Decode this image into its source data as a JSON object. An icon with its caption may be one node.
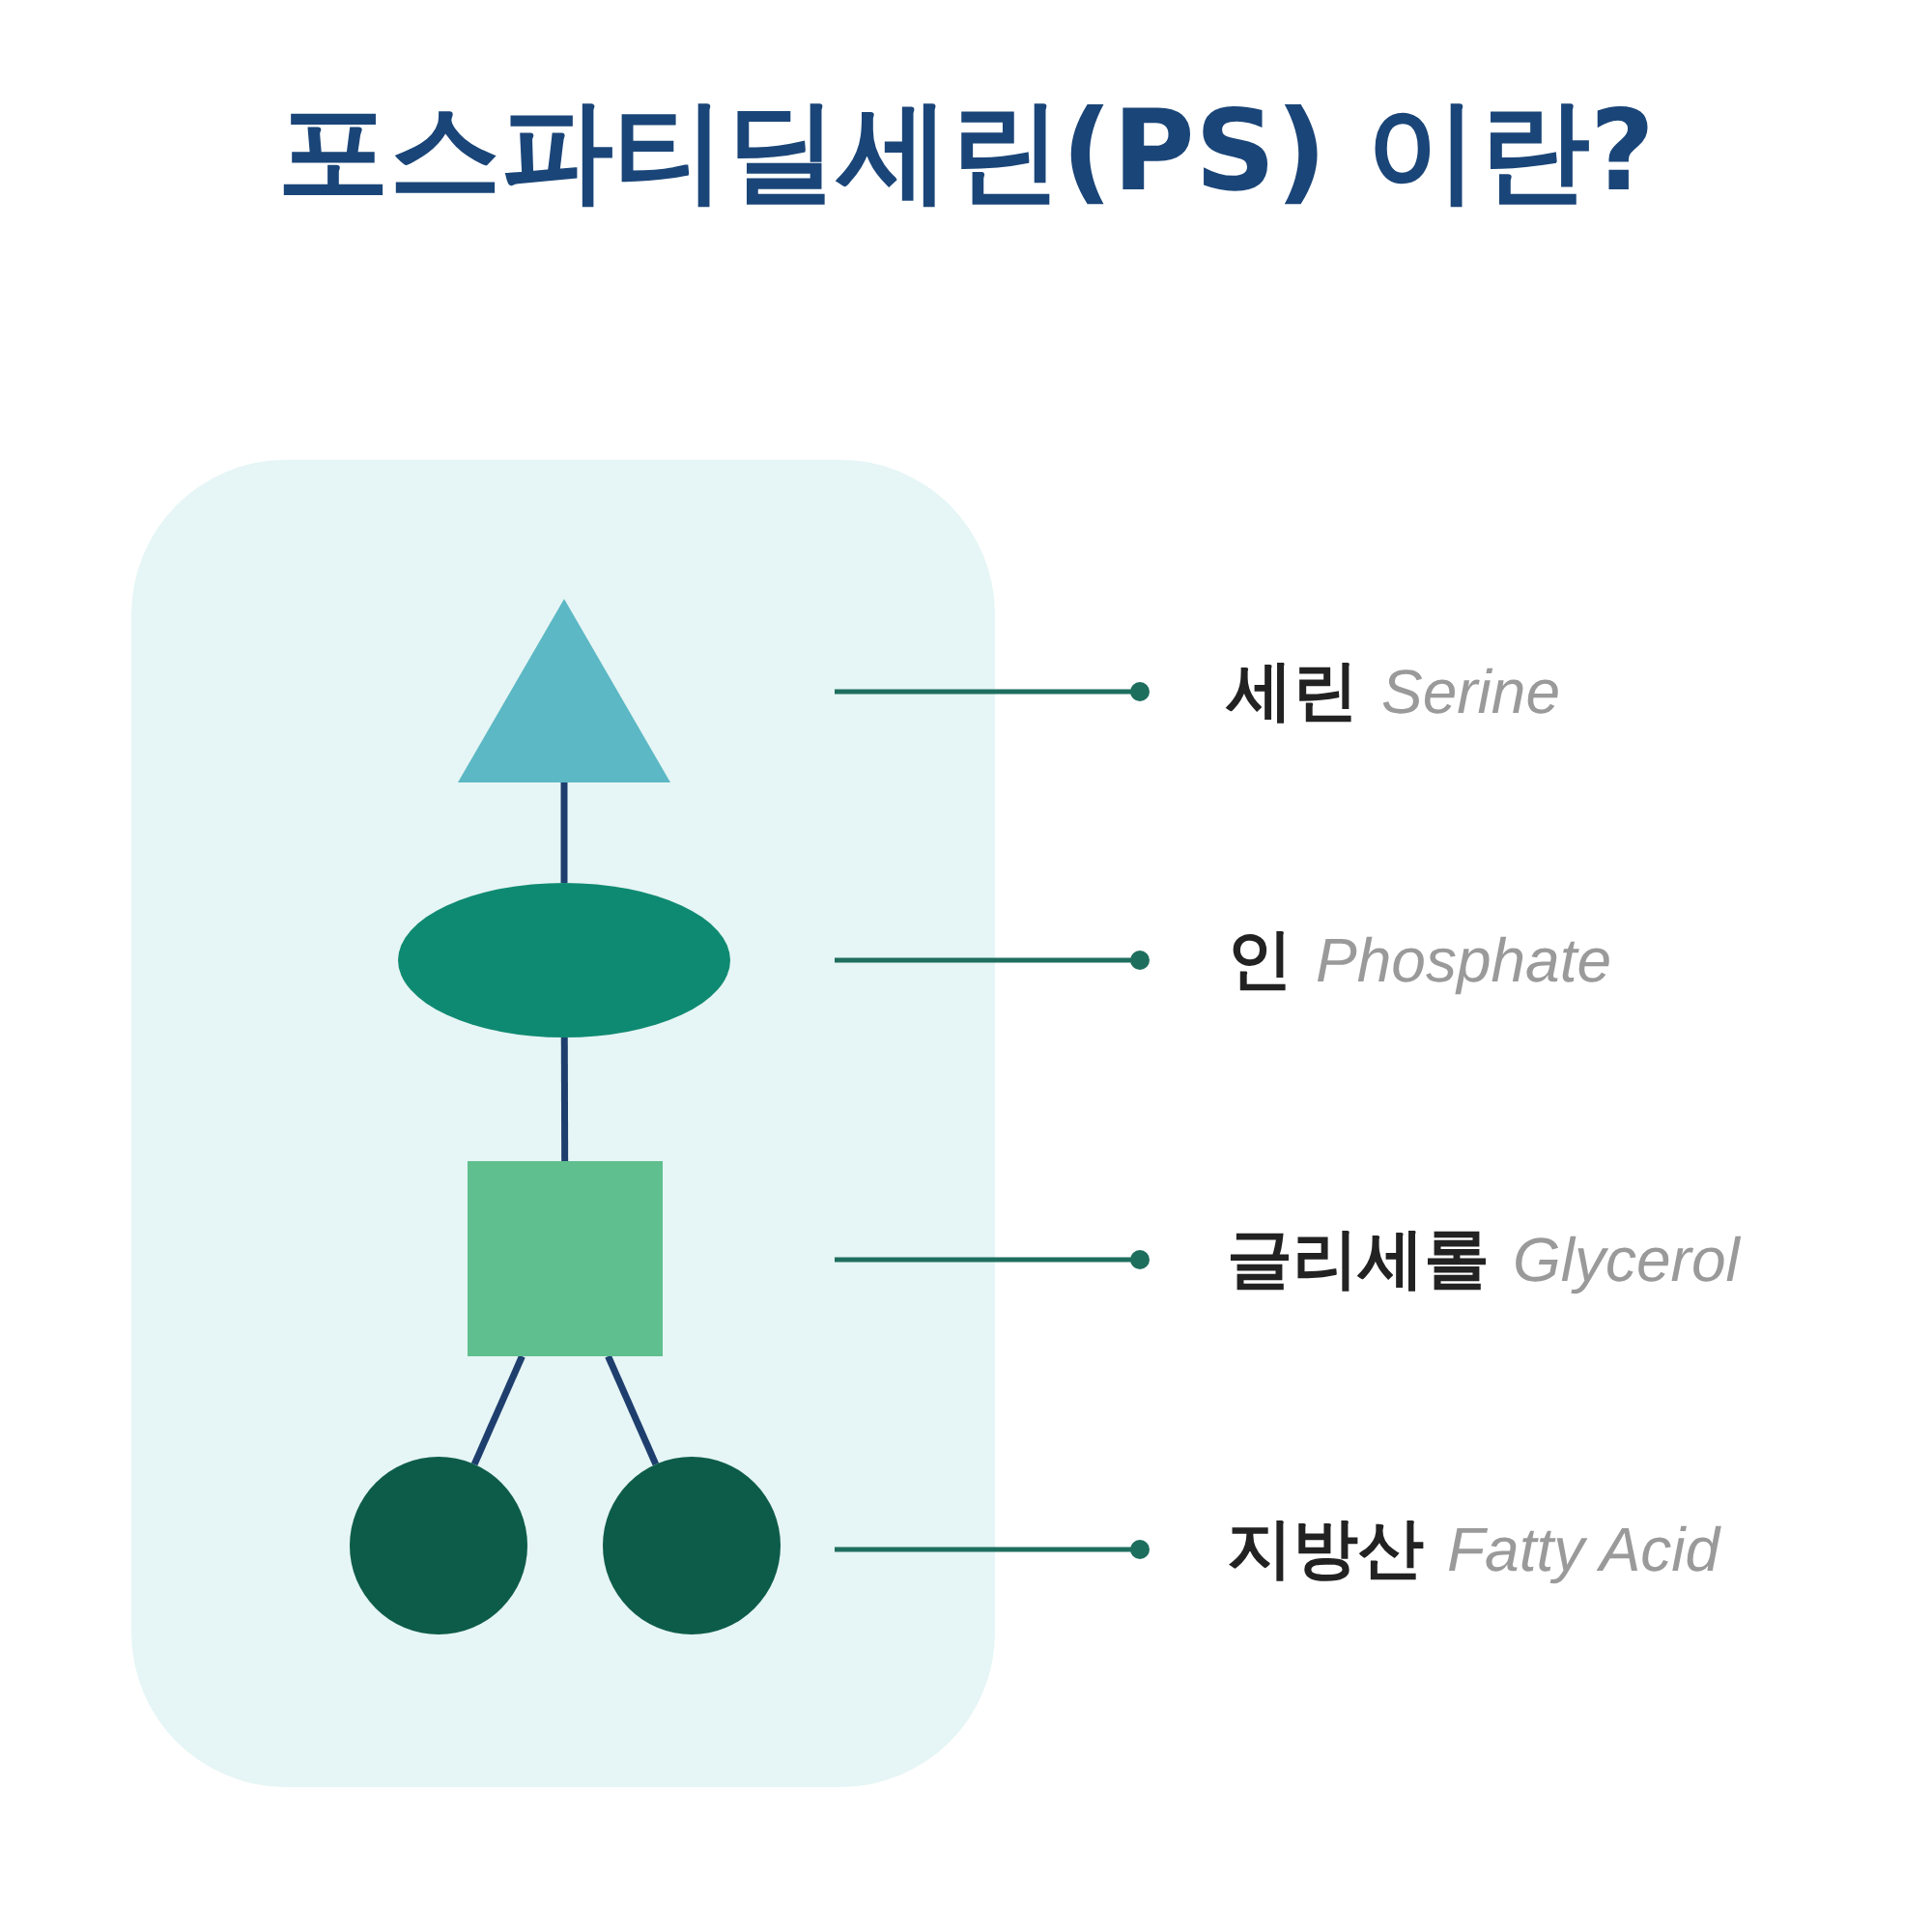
{
  "diagram": {
    "title": "포스파티딜세린(PS) 이란?",
    "nodes": [
      {
        "text": [],
        "shape": "triangle"
      },
      {
        "text": [],
        "shape": "ellipse"
      },
      {
        "text": [],
        "shape": "box"
      },
      {
        "text": [],
        "shape": "circle"
      },
      {
        "text": [],
        "shape": "circle"
      },
      {
        "text": [
          "세린",
          "Serine"
        ]
      },
      {
        "text": [
          "인",
          "Phosphate"
        ]
      },
      {
        "text": [
          "글리세롤",
          "Glycerol"
        ]
      },
      {
        "text": [
          "지방산",
          "Fatty Acid"
        ]
      }
    ],
    "edges": [
      {
        "from": 0,
        "to": 1,
        "arrow": "none"
      },
      {
        "from": 1,
        "to": 2,
        "arrow": "none"
      },
      {
        "from": 2,
        "to": 3,
        "arrow": "none"
      },
      {
        "from": 2,
        "to": 4,
        "arrow": "none"
      },
      {
        "from": 5,
        "to": null,
        "arrow": "other",
        "color": "#1e6e5e"
      },
      {
        "from": 6,
        "to": null,
        "arrow": "other",
        "color": "#1e6e5e"
      },
      {
        "from": 7,
        "to": null,
        "arrow": "other",
        "color": "#1e6e5e"
      },
      {
        "from": 8,
        "to": null,
        "arrow": "other",
        "color": "#1e6e5e"
      }
    ]
  }
}
